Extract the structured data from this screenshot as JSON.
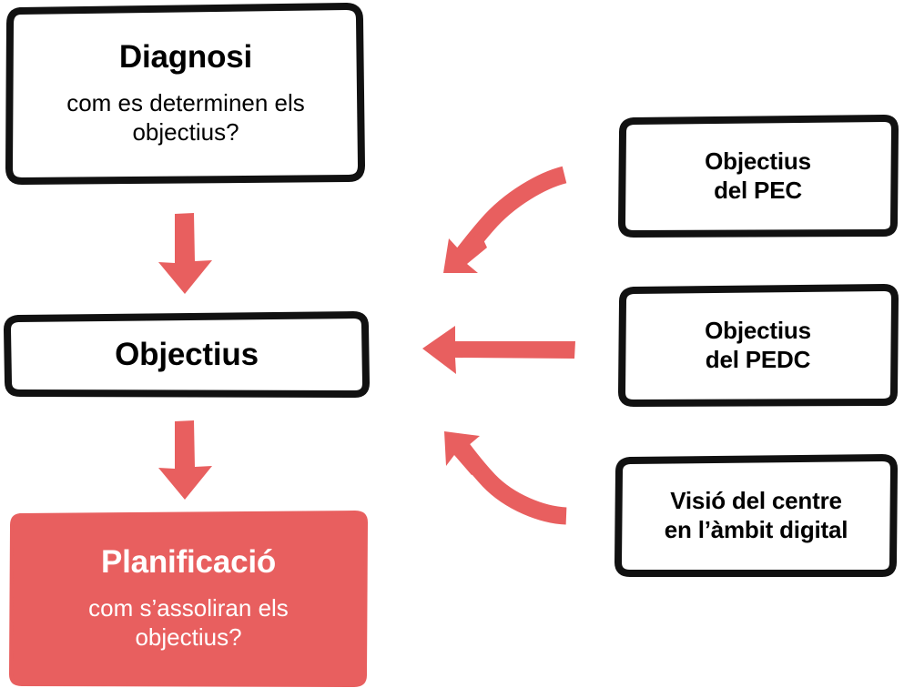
{
  "diagram": {
    "type": "flowchart",
    "theme": {
      "accent": "#e85f5f",
      "stroke": "#111111",
      "background": "#ffffff",
      "text_on_accent": "#ffffff",
      "text": "#000000"
    },
    "nodes": [
      {
        "id": "diagnosi",
        "title": "Diagnosi",
        "subtitle": "com es determinen els objectius?",
        "style": "outline"
      },
      {
        "id": "objectius",
        "title": "Objectius",
        "subtitle": "",
        "style": "outline"
      },
      {
        "id": "planificacio",
        "title": "Planificació",
        "subtitle": "com s’assoliran els objectius?",
        "style": "filled"
      },
      {
        "id": "objectius-pec",
        "title": "Objectius del PEC",
        "line1": "Objectius",
        "line2": "del PEC",
        "style": "outline"
      },
      {
        "id": "objectius-pedc",
        "title": "Objectius del PEDC",
        "line1": "Objectius",
        "line2": "del PEDC",
        "style": "outline"
      },
      {
        "id": "visio-centre",
        "title": "Visió del centre en l’àmbit digital",
        "line1": "Visió del centre",
        "line2": "en l’àmbit digital",
        "style": "outline"
      }
    ],
    "arrows": [
      {
        "id": "diagnosi-to-objectius",
        "from": "diagnosi",
        "to": "objectius",
        "shape": "straight-down"
      },
      {
        "id": "objectius-to-planificacio",
        "from": "objectius",
        "to": "planificacio",
        "shape": "straight-down"
      },
      {
        "id": "pec-to-objectius",
        "from": "objectius-pec",
        "to": "objectius",
        "shape": "curved-left-down"
      },
      {
        "id": "pedc-to-objectius",
        "from": "objectius-pedc",
        "to": "objectius",
        "shape": "straight-left"
      },
      {
        "id": "visio-to-objectius",
        "from": "visio-centre",
        "to": "objectius",
        "shape": "curved-left-up"
      }
    ]
  }
}
